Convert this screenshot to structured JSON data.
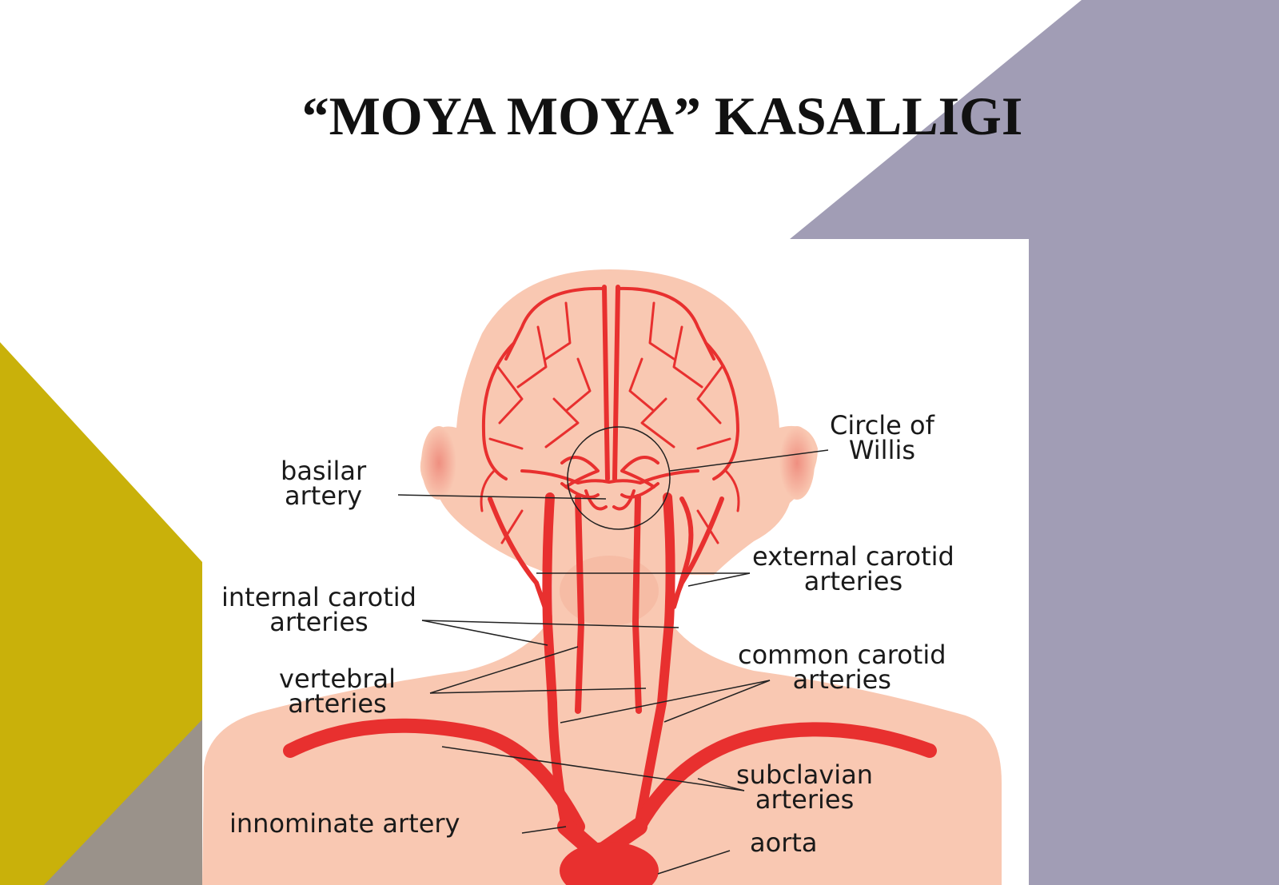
{
  "slide": {
    "title": "“MOYA MOYA” KASALLIGI",
    "colors": {
      "lavender": "#a19db5",
      "gold": "#c9b10a",
      "taupe": "#9a928a",
      "skin": "#f9c8b2",
      "artery": "#e8302f"
    }
  },
  "diagram": {
    "labels": {
      "circle_of_willis": "Circle of\nWillis",
      "basilar_artery": "basilar\nartery",
      "external_carotid": "external carotid\narteries",
      "internal_carotid": "internal carotid\narteries",
      "common_carotid": "common carotid\narteries",
      "vertebral": "vertebral\narteries",
      "subclavian": "subclavian\narteries",
      "innominate": "innominate artery",
      "aorta": "aorta"
    }
  }
}
